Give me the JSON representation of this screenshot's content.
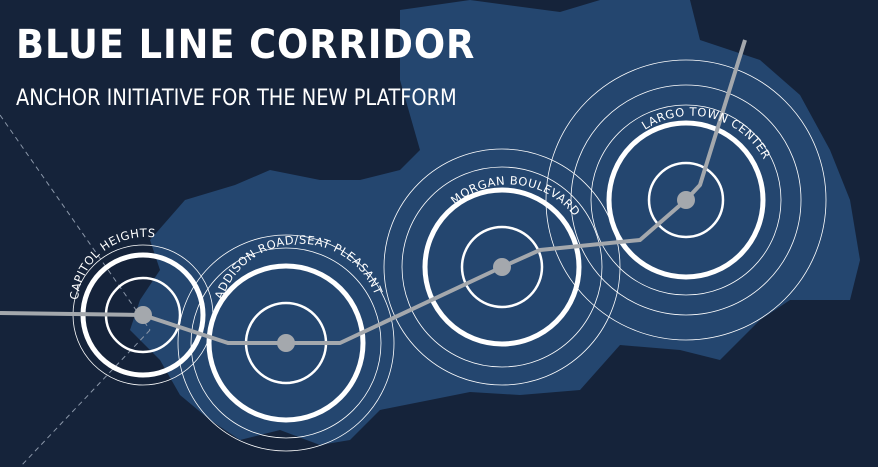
{
  "header": {
    "title": "BLUE LINE CORRIDOR",
    "subtitle": "ANCHOR INITIATIVE FOR THE NEW PLATFORM"
  },
  "stations": [
    {
      "name": "CAPITOL HEIGHTS"
    },
    {
      "name": "ADDISON ROAD/SEAT PLEASANT"
    },
    {
      "name": "MORGAN BOULEVARD"
    },
    {
      "name": "LARGO TOWN CENTER"
    }
  ],
  "colors": {
    "background": "#15233a",
    "region": "#24466f",
    "rail_line": "#a4a8ad",
    "rings": "#ffffff"
  }
}
